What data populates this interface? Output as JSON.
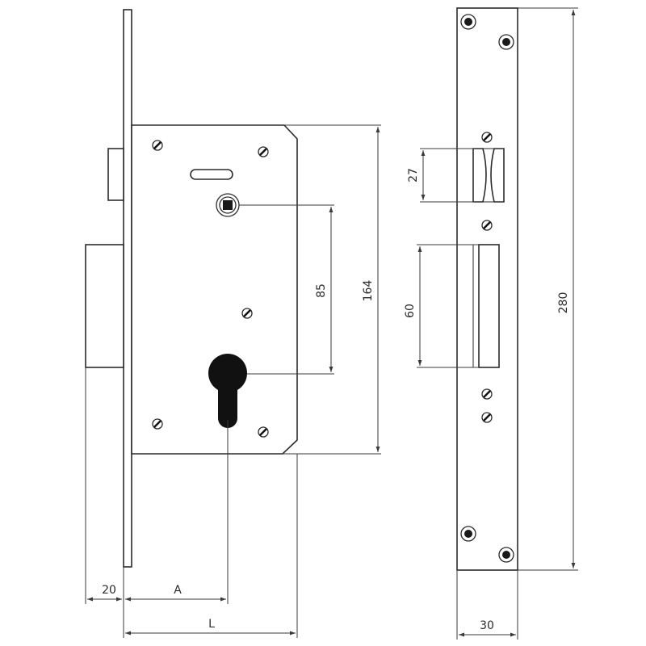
{
  "dimensions": {
    "backset_label": "A",
    "faceplate_offset": "20",
    "overall_length_label": "L",
    "handle_to_cylinder": "85",
    "case_height": "164",
    "latch_height": "27",
    "bolt_height": "60",
    "strike_length": "280",
    "strike_width": "30"
  }
}
